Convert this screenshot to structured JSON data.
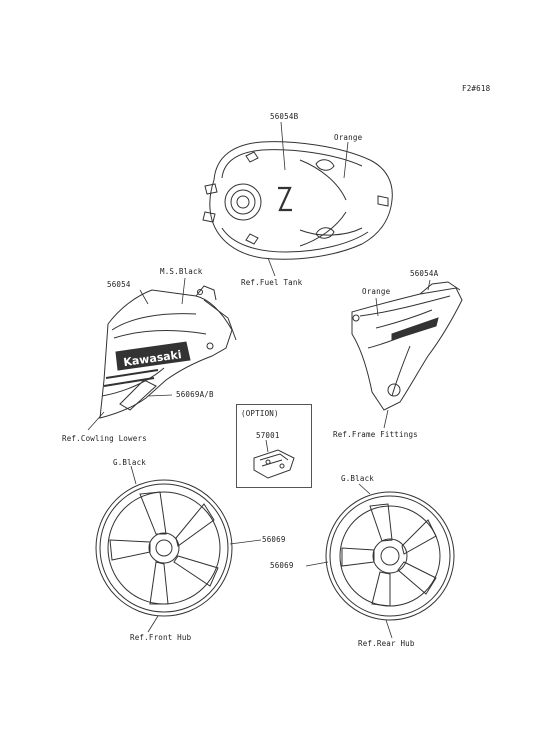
{
  "code": "F2#618",
  "parts": {
    "tank_decal": "56054B",
    "tank_color": "Orange",
    "tank_ref": "Ref.Fuel Tank",
    "left_cowl_decal": "56054",
    "left_cowl_color": "M.S.Black",
    "left_cowl_decal_ab": "56069A/B",
    "cowl_ref": "Ref.Cowling Lowers",
    "logo_text": "Kawasaki",
    "right_cowl_decal": "56054A",
    "right_cowl_color": "Orange",
    "frame_ref": "Ref.Frame Fittings",
    "option_label": "(OPTION)",
    "option_part": "57001",
    "front_wheel_color": "G.Black",
    "front_wheel_decal": "56069",
    "front_ref": "Ref.Front Hub",
    "rear_wheel_color": "G.Black",
    "rear_wheel_decal": "56069",
    "rear_ref": "Ref.Rear Hub"
  }
}
